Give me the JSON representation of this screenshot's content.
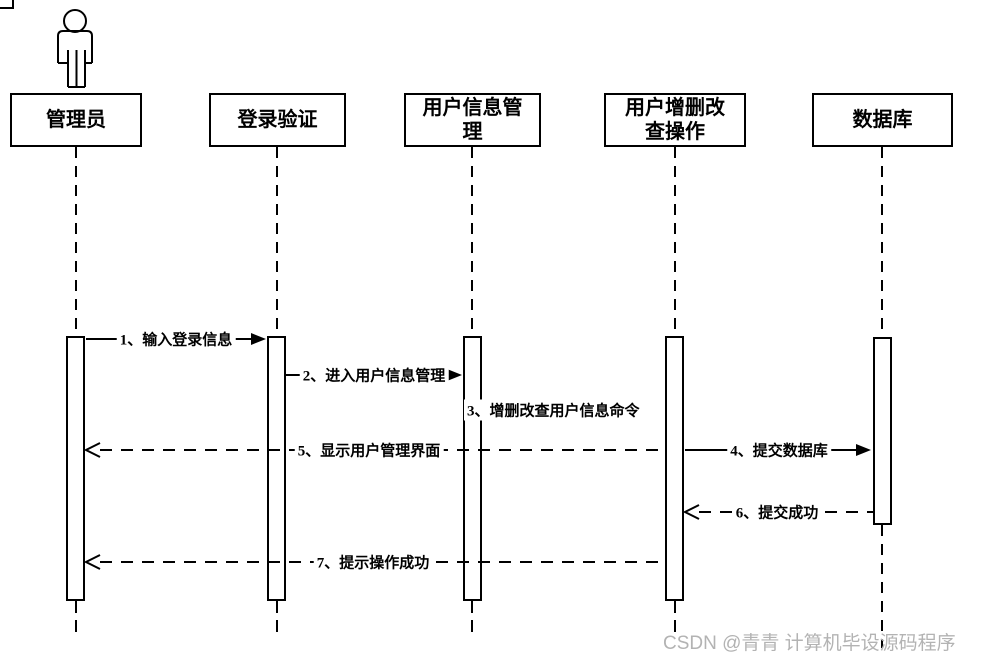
{
  "diagram": {
    "title_hint": "用户管理时序图",
    "actor": {
      "icon": "person-icon",
      "represents": "管理员"
    },
    "participants": [
      {
        "label": "管理员"
      },
      {
        "label": "登录验证"
      },
      {
        "label": "用户信息管理"
      },
      {
        "label": "用户增删改查操作"
      },
      {
        "label": "数据库"
      }
    ],
    "messages": [
      {
        "seq": "1",
        "label": "1、输入登录信息",
        "from": "管理员",
        "to": "登录验证",
        "type": "solid-filled-arrow"
      },
      {
        "seq": "2",
        "label": "2、进入用户信息管理",
        "from": "登录验证",
        "to": "用户信息管理",
        "type": "solid-filled-arrow"
      },
      {
        "seq": "3",
        "label": "3、增删改查用户信息命令",
        "from": "用户信息管理",
        "to": "用户增删改查操作",
        "type": "label-only"
      },
      {
        "seq": "4",
        "label": "4、提交数据库",
        "from": "用户增删改查操作",
        "to": "数据库",
        "type": "solid-filled-arrow"
      },
      {
        "seq": "5",
        "label": "5、显示用户管理界面",
        "from": "用户增删改查操作",
        "to": "管理员",
        "type": "dashed-open-arrow"
      },
      {
        "seq": "6",
        "label": "6、提交成功",
        "from": "数据库",
        "to": "用户增删改查操作",
        "type": "dashed-open-arrow"
      },
      {
        "seq": "7",
        "label": "7、提示操作成功",
        "from": "用户增删改查操作",
        "to": "管理员",
        "type": "dashed-open-arrow"
      }
    ],
    "watermark": "CSDN @青青  计算机毕设源码程序",
    "colors": {
      "line": "#000000",
      "box_fill": "#ffffff",
      "watermark": "#b3b3b3",
      "background": "#ffffff"
    }
  }
}
